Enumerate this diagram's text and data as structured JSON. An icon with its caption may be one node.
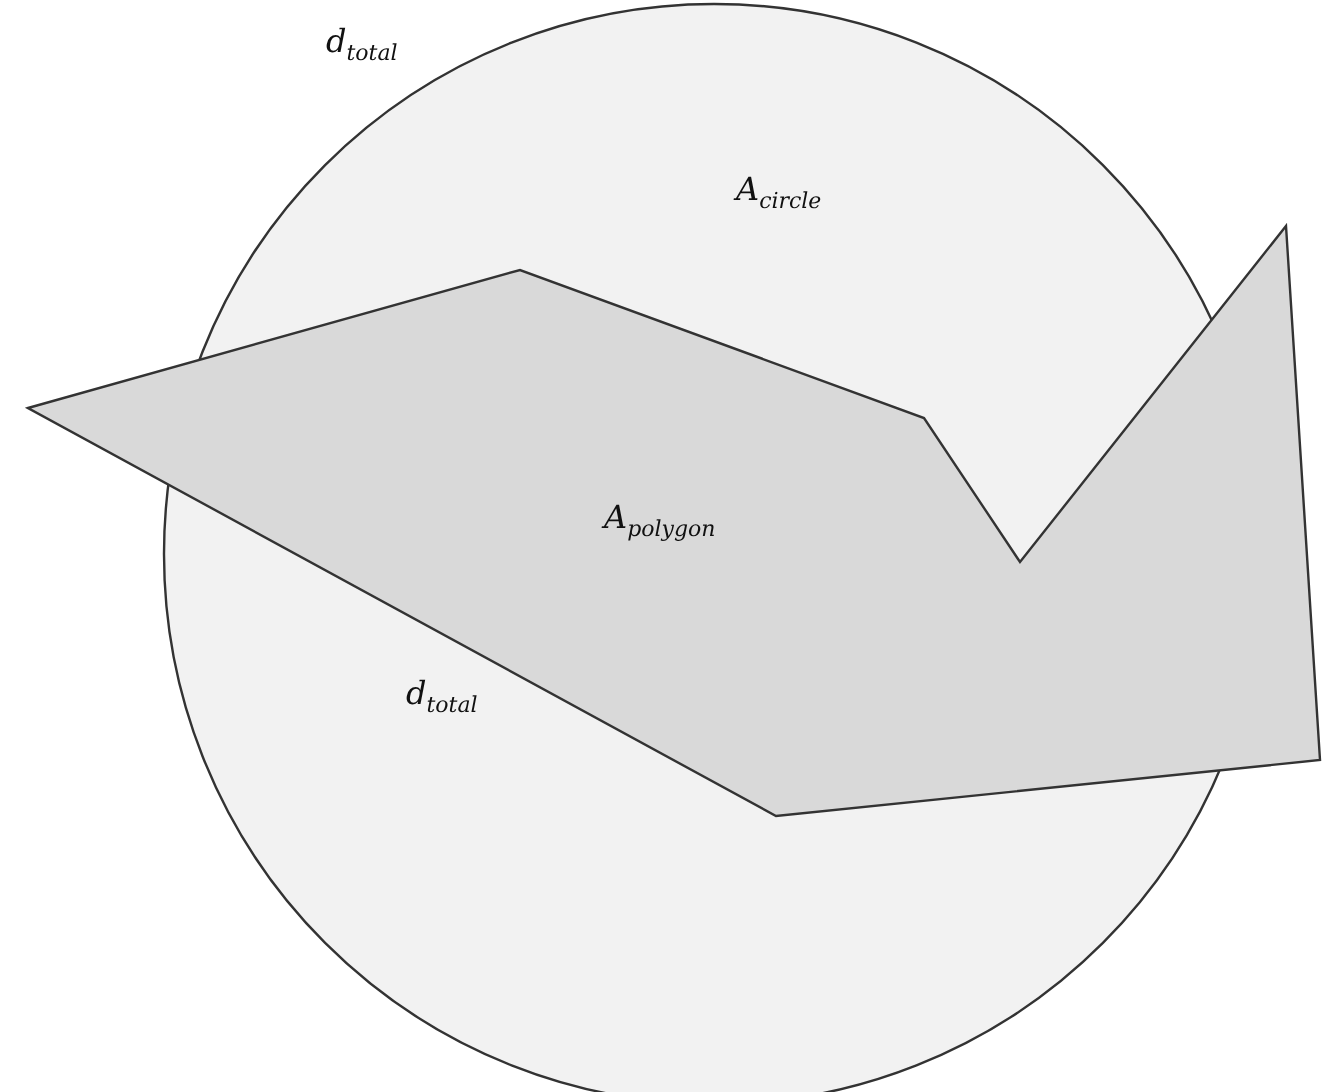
{
  "diagram": {
    "nodes": [
      {
        "text": [
          "A$_{circle}$"
        ]
      },
      {
        "text": [
          "A$_{polygon}$"
        ]
      }
    ],
    "labels": [
      "d$_{total}$",
      "d$_{total}$"
    ]
  }
}
